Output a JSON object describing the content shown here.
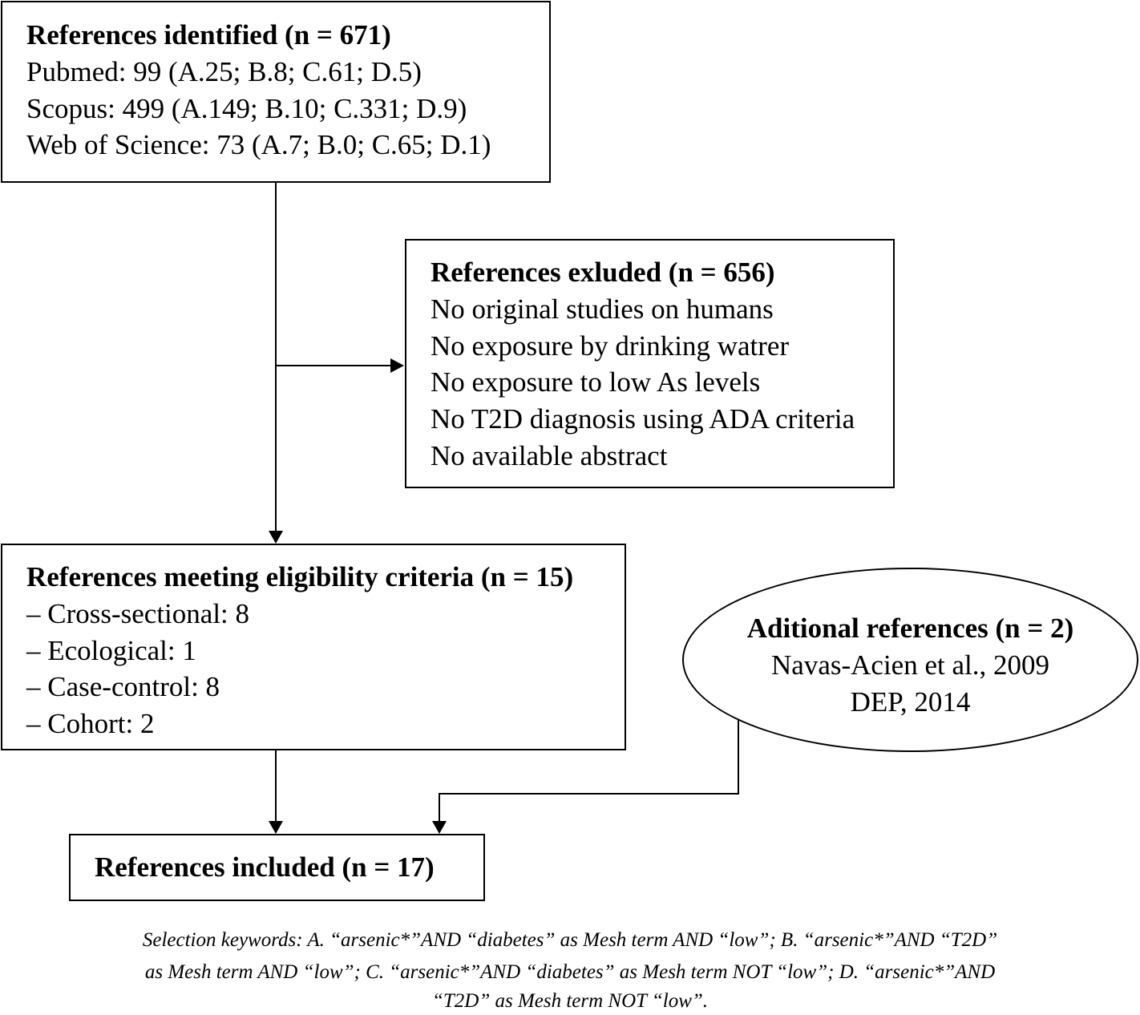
{
  "identified": {
    "title": "References identified (n = 671)",
    "lines": [
      "Pubmed: 99 (A.25; B.8; C.61; D.5)",
      "Scopus: 499 (A.149; B.10; C.331; D.9)",
      "Web of Science: 73 (A.7; B.0; C.65; D.1)"
    ]
  },
  "excluded": {
    "title": "References exluded (n = 656)",
    "lines": [
      "No original studies on humans",
      "No exposure by drinking watrer",
      "No exposure to low As levels",
      "No T2D diagnosis using ADA criteria",
      "No available abstract"
    ]
  },
  "eligible": {
    "title": "References meeting eligibility criteria (n = 15)",
    "lines": [
      "– Cross-sectional: 8",
      "– Ecological: 1",
      "– Case-control: 8",
      "– Cohort: 2"
    ]
  },
  "additional": {
    "title": "Aditional references (n = 2)",
    "lines": [
      "Navas-Acien et al., 2009",
      "DEP, 2014"
    ]
  },
  "included": {
    "title": "References included (n = 17)"
  },
  "caption": {
    "lines": [
      "Selection keywords: A. “arsenic*”AND “diabetes” as Mesh term AND “low”; B. “arsenic*”AND “T2D”",
      "as Mesh term AND “low”; C. “arsenic*”AND “diabetes” as Mesh term NOT “low”; D. “arsenic*”AND",
      "“T2D” as Mesh term NOT “low”."
    ]
  },
  "colors": {
    "stroke": "#000000",
    "background": "#ffffff"
  }
}
